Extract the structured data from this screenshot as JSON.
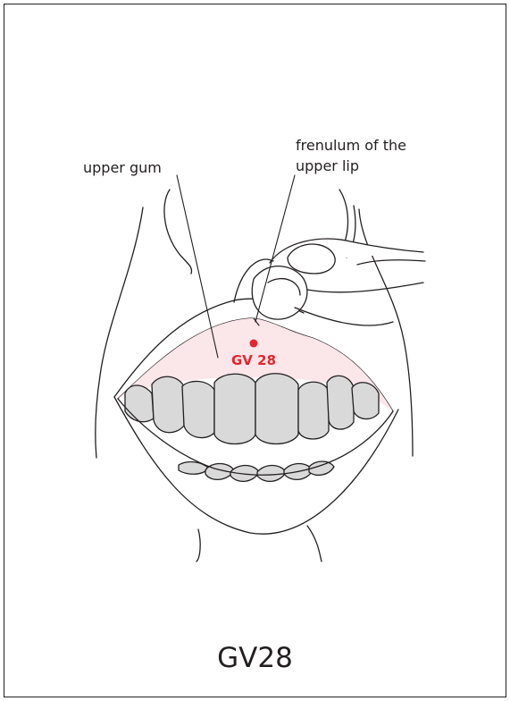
{
  "labels": {
    "upper_gum": "upper gum",
    "frenulum_line1": "frenulum of the",
    "frenulum_line2": "upper lip",
    "point": "GV 28"
  },
  "title": "GV28",
  "colors": {
    "outline": "#231f20",
    "gum": "#fbe6ea",
    "teeth": "#d9d9d9",
    "point": "#e3262f"
  }
}
